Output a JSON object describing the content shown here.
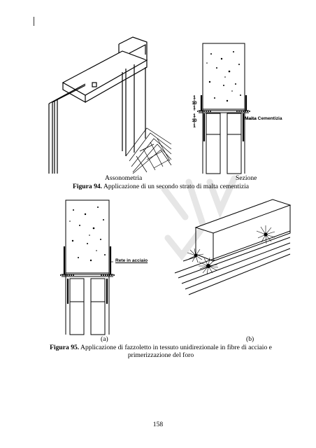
{
  "page": {
    "page_number": "158"
  },
  "figure94": {
    "panel_left_label": "Assonometria",
    "panel_right_label": "Sezione",
    "caption_label": "Figura 94.",
    "caption_text": " Applicazione di un secondo strato di malta cementizia",
    "annotation": "Malta Cementizia",
    "dimension_marks": [
      "1",
      "10",
      "1",
      "1",
      "10",
      "1"
    ]
  },
  "figure95": {
    "panel_a_label": "(a)",
    "panel_b_label": "(b)",
    "caption_label": "Figura 95.",
    "caption_text_line1": " Applicazione di fazzoletto in tessuto unidirezionale in fibre di acciaio e",
    "caption_text_line2": "primerizzazione del foro",
    "annotation": "Rete in acciaio"
  },
  "colors": {
    "ink": "#000000",
    "watermark": "#e6e6e6"
  }
}
